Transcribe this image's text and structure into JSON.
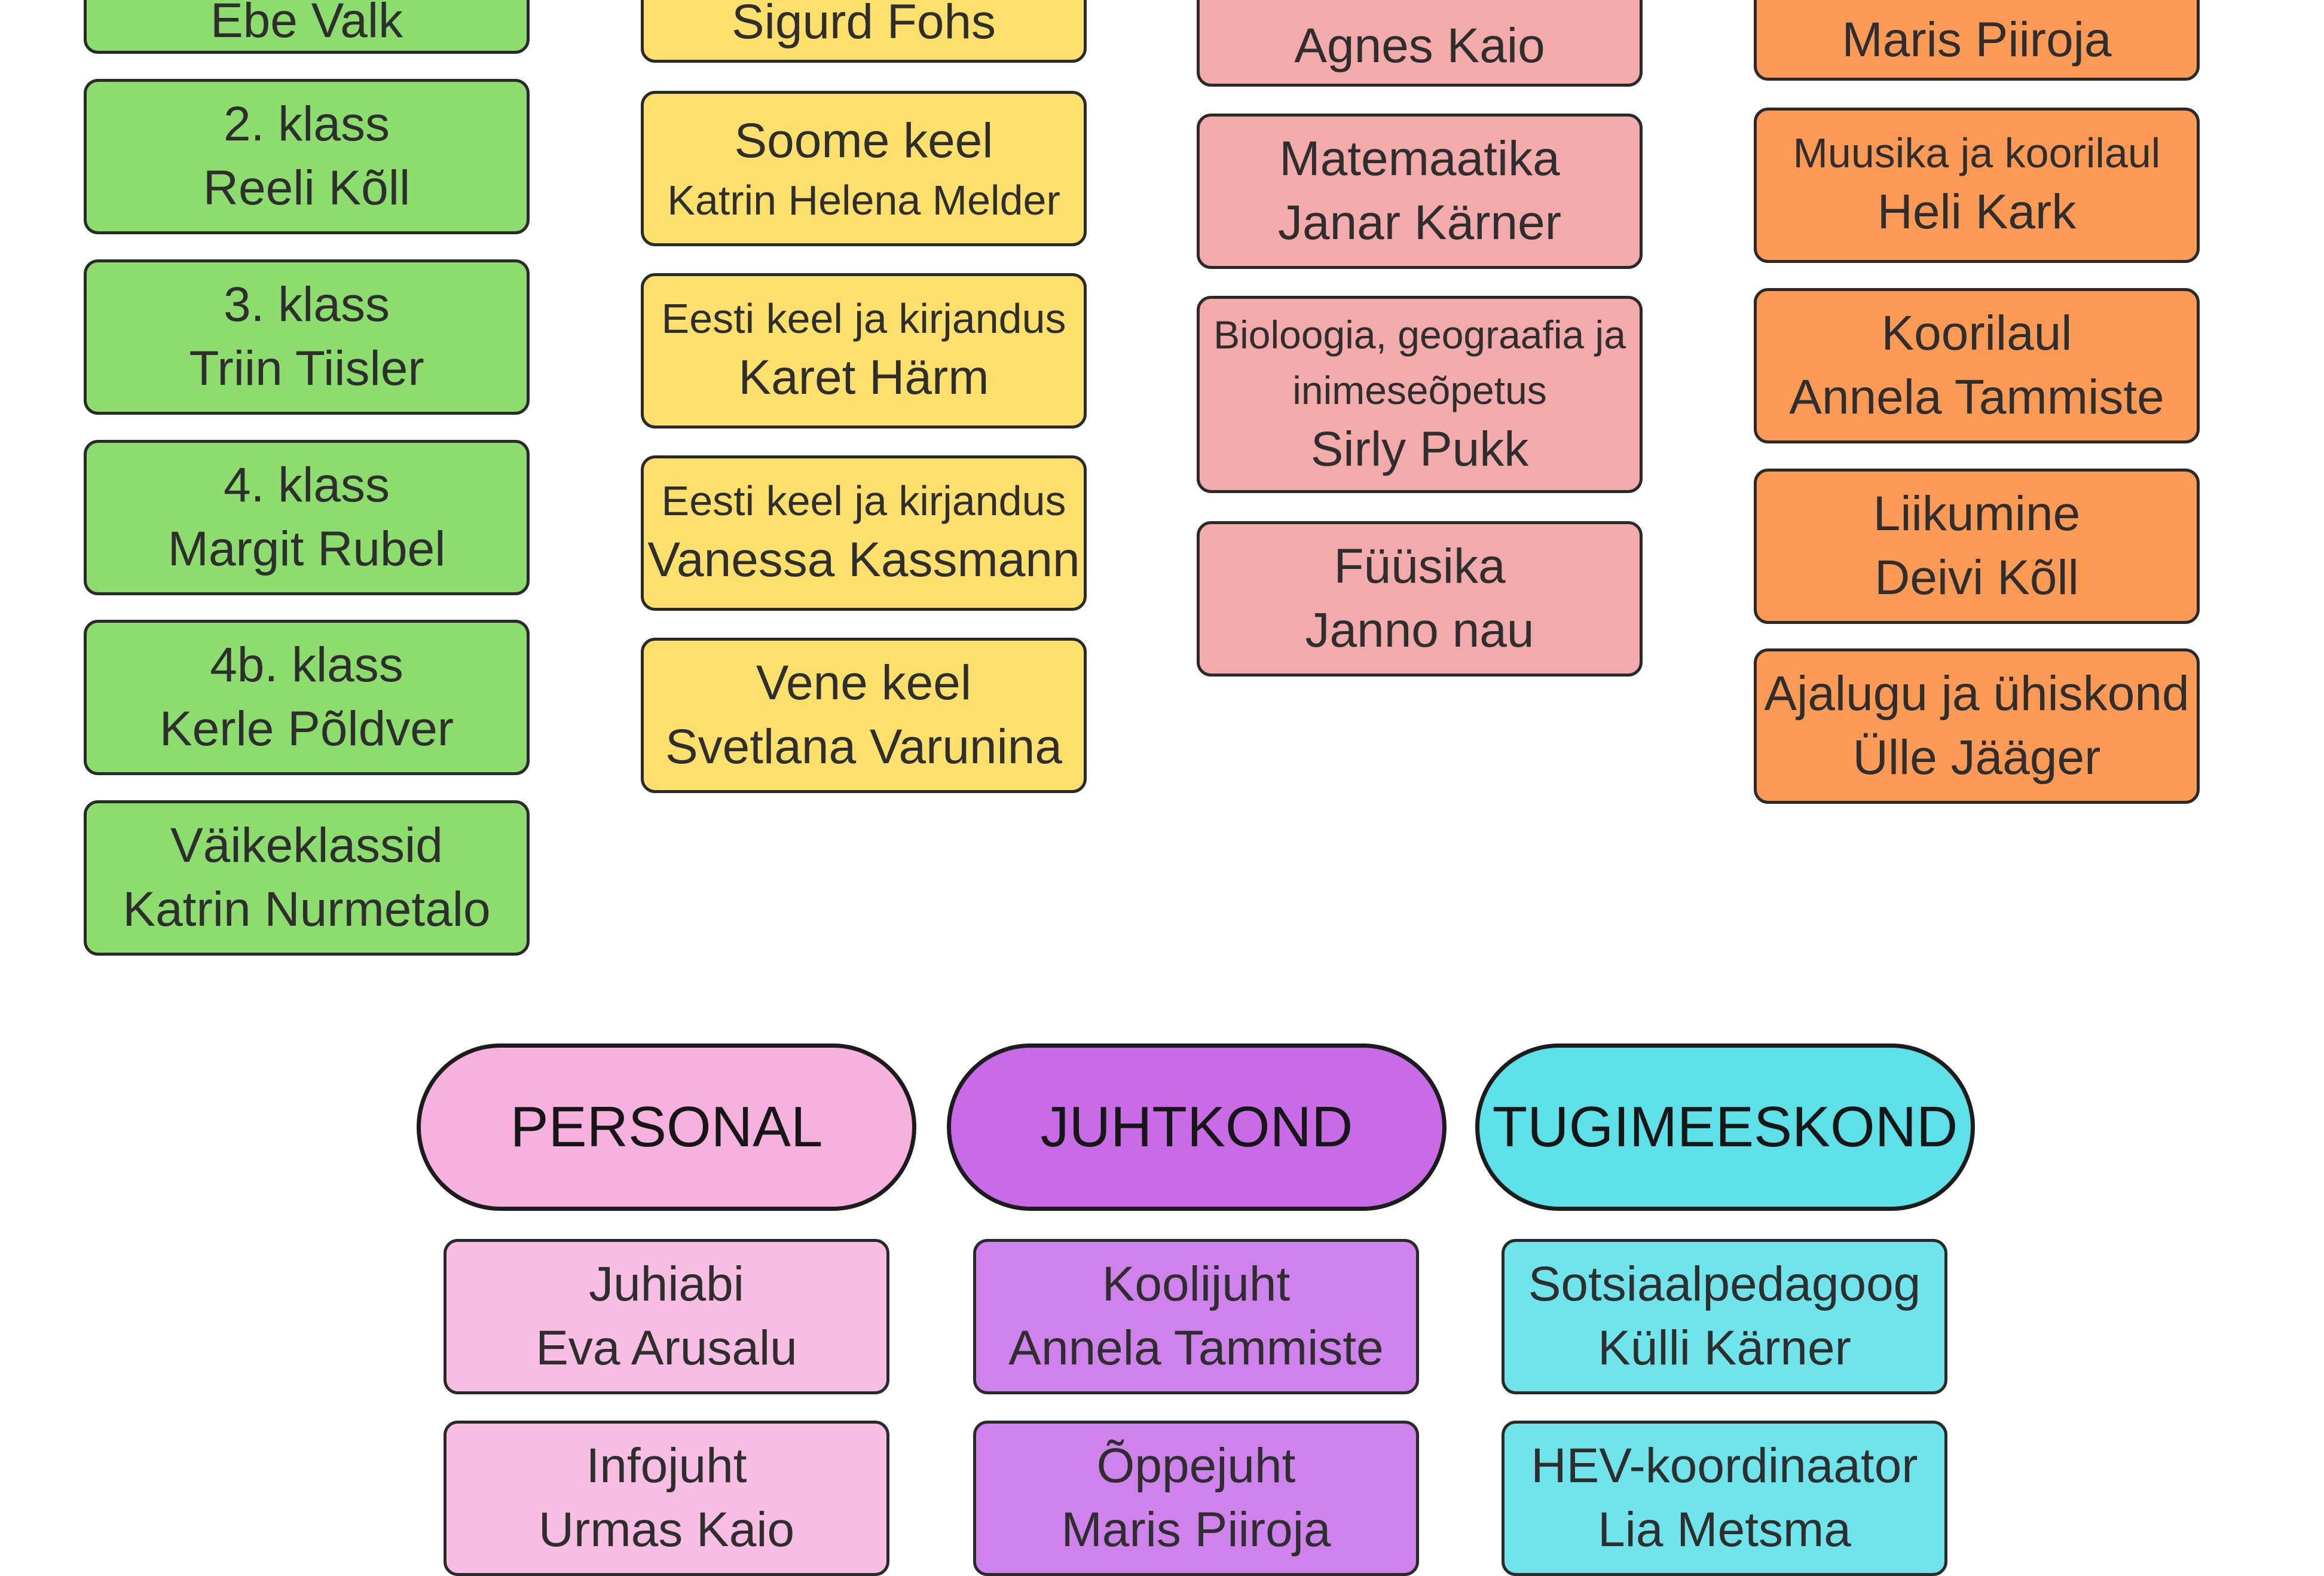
{
  "columns": {
    "green": [
      {
        "line1": "Ebe Valk",
        "line2": ""
      },
      {
        "line1": "2. klass",
        "line2": "Reeli Kõll"
      },
      {
        "line1": "3. klass",
        "line2": "Triin Tiisler"
      },
      {
        "line1": "4. klass",
        "line2": "Margit Rubel"
      },
      {
        "line1": "4b. klass",
        "line2": "Kerle Põldver"
      },
      {
        "line1": "Väikeklassid",
        "line2": "Katrin Nurmetalo"
      }
    ],
    "yellow": [
      {
        "line1": "Sigurd Fohs",
        "line2": ""
      },
      {
        "line1": "Soome keel",
        "line2": "Katrin Helena Melder"
      },
      {
        "line1": "Eesti keel ja kirjandus",
        "line2": "Karet Härm"
      },
      {
        "line1": "Eesti keel ja kirjandus",
        "line2": "Vanessa Kassmann"
      },
      {
        "line1": "Vene keel",
        "line2": "Svetlana Varunina"
      }
    ],
    "rose": [
      {
        "line1": "Agnes Kaio",
        "line2": ""
      },
      {
        "line1": "Matemaatika",
        "line2": "Janar Kärner"
      },
      {
        "line1": "Bioloogia, geograafia ja",
        "line2": "inimeseõpetus",
        "line3": "Sirly Pukk"
      },
      {
        "line1": "Füüsika",
        "line2": "Janno nau"
      }
    ],
    "orange": [
      {
        "line1": "Maris Piiroja",
        "line2": ""
      },
      {
        "line1": "Muusika ja koorilaul",
        "line2": "Heli Kark"
      },
      {
        "line1": "Koorilaul",
        "line2": "Annela Tammiste"
      },
      {
        "line1": "Liikumine",
        "line2": "Deivi Kõll"
      },
      {
        "line1": "Ajalugu ja ühiskond",
        "line2": "Ülle Jääger"
      }
    ]
  },
  "groups": {
    "personal": {
      "title": "PERSONAL",
      "cards": [
        {
          "line1": "Juhiabi",
          "line2": "Eva Arusalu"
        },
        {
          "line1": "Infojuht",
          "line2": "Urmas Kaio"
        }
      ]
    },
    "juhtkond": {
      "title": "JUHTKOND",
      "cards": [
        {
          "line1": "Koolijuht",
          "line2": "Annela Tammiste"
        },
        {
          "line1": "Õppejuht",
          "line2": "Maris Piiroja"
        }
      ]
    },
    "tugimeeskond": {
      "title": "TUGIMEESKOND",
      "cards": [
        {
          "line1": "Sotsiaalpedagoog",
          "line2": "Külli Kärner"
        },
        {
          "line1": "HEV-koordinaator",
          "line2": "Lia Metsma"
        }
      ]
    }
  },
  "colors": {
    "green": "#8ddc6e",
    "yellow": "#fde06b",
    "rose": "#f2aaaa",
    "orange": "#fc9a55",
    "pink": "#f7bde2",
    "purple": "#d082ec",
    "cyan": "#6fe4ea"
  }
}
